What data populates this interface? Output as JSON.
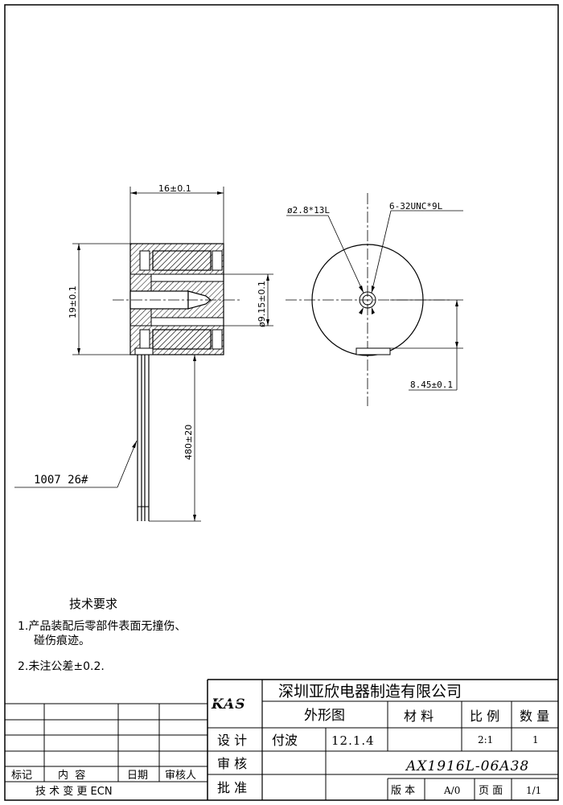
{
  "drawing": {
    "dimensions": {
      "length": "16±0.1",
      "height": "19±0.1",
      "bore_diameter": "ø9.15±0.1",
      "lead_length": "480±20",
      "hole_left": "ø2.8*13L",
      "hole_right": "6-32UNC*9L",
      "flat_offset": "8.45±0.1"
    },
    "wire_label": "1007 26#"
  },
  "notes": {
    "heading": "技术要求",
    "item1_line1": "1.产品装配后零部件表面无撞伤、",
    "item1_line2": "碰伤痕迹。",
    "item2": "2.未注公差±0.2."
  },
  "title_block": {
    "logo": "KAS",
    "company": "深圳亚欣电器制造有限公司",
    "drawing_name": "外形图",
    "material_label": "材 料",
    "scale_label": "比 例",
    "quantity_label": "数 量",
    "design_label": "设 计",
    "designer": "付波",
    "date": "12.1.4",
    "scale": "2:1",
    "quantity": "1",
    "review_label": "审 核",
    "approve_label": "批 准",
    "part_number": "AX1916L-06A38",
    "version_label": "版 本",
    "version": "A/0",
    "page_label": "页 面",
    "page": "1/1"
  },
  "revision_table": {
    "mark": "标记",
    "content": "内  容",
    "date": "日期",
    "reviewer": "审核人",
    "footer": "技 术 变 更 ECN"
  }
}
